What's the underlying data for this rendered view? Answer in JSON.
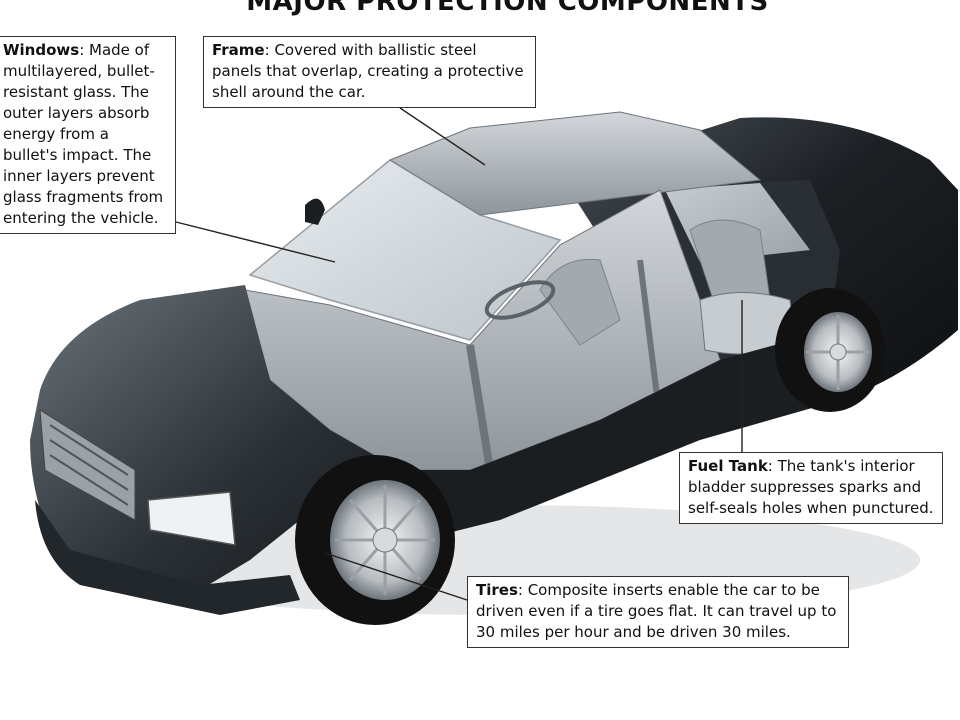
{
  "diagram": {
    "title": "MAJOR PROTECTION COMPONENTS",
    "callouts": [
      {
        "id": "windows",
        "label": "Windows",
        "text": ": Made of multilayered, bullet-resistant glass. The outer layers absorb energy from a bullet's impact. The inner layers prevent glass fragments from entering the vehicle."
      },
      {
        "id": "frame",
        "label": "Frame",
        "text": ": Covered with ballistic steel panels that overlap, creating a protective shell around the car."
      },
      {
        "id": "fuel",
        "label": "Fuel Tank",
        "text": ": The tank's interior bladder suppresses sparks and self-seals holes when punctured."
      },
      {
        "id": "tires",
        "label": "Tires",
        "text": ": Composite inserts enable the car to be driven even if a tire goes flat. It can travel up to 30 miles per hour and be driven 30 miles."
      }
    ],
    "colors": {
      "body_paint": "#1c2024",
      "body_highlight": "#6b737b",
      "cutaway": "#b9bec3",
      "glass": "#c9d2d8",
      "leader_line": "#222222"
    }
  }
}
